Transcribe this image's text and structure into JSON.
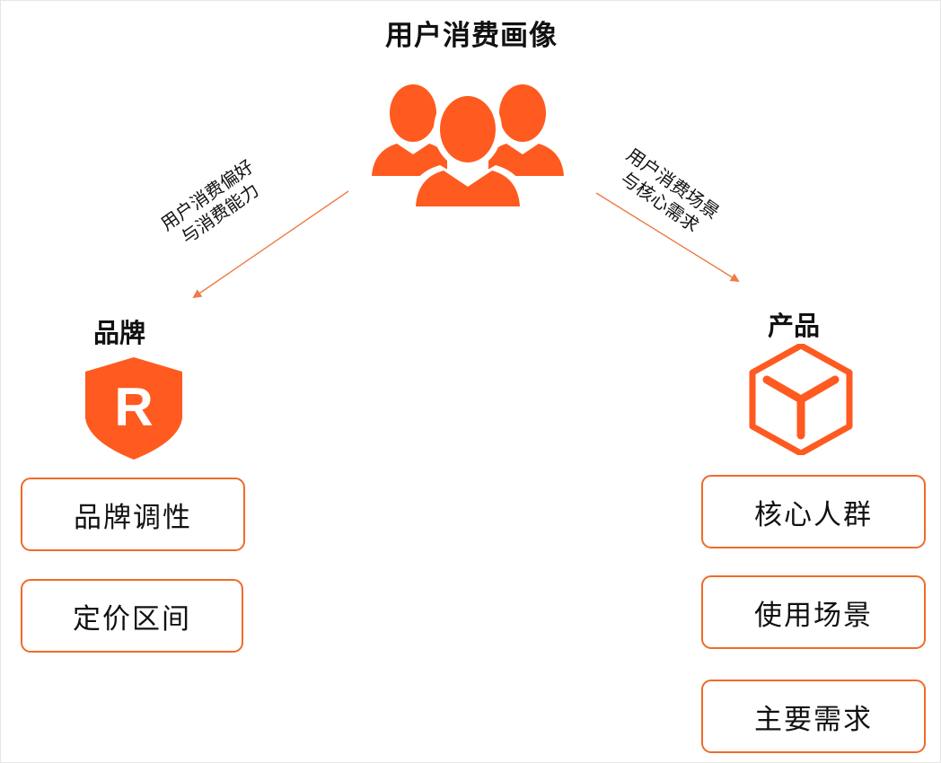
{
  "title": "用户消费画像",
  "brand": {
    "heading": "品牌",
    "logo_letter": "R",
    "items": [
      "品牌调性",
      "定价区间"
    ]
  },
  "product": {
    "heading": "产品",
    "items": [
      "核心人群",
      "使用场景",
      "主要需求"
    ]
  },
  "edges": {
    "to_brand": [
      "用户消费偏好",
      "与消费能力"
    ],
    "to_product": [
      "用户消费场景",
      "与核心需求"
    ]
  },
  "icons": {
    "center": "users-group-icon",
    "brand": "shield-r-icon",
    "product": "cube-box-icon"
  },
  "colors": {
    "accent": "#ff5a1f",
    "border": "#f06a2a",
    "arrow": "#f07a45"
  }
}
